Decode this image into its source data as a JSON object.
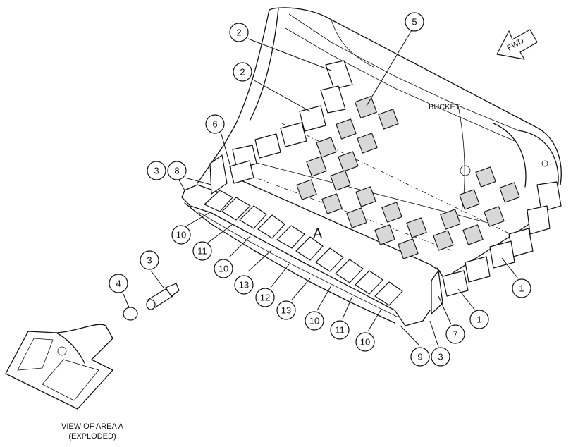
{
  "labels": {
    "bucket": "BUCKET",
    "fwd": "FWD",
    "area": "A",
    "view_line1": "VIEW OF AREA  A",
    "view_line2": "(EXPLODED)"
  },
  "callouts": [
    {
      "id": "c2a",
      "text": "2"
    },
    {
      "id": "c2b",
      "text": "2"
    },
    {
      "id": "c5",
      "text": "5"
    },
    {
      "id": "c6",
      "text": "6"
    },
    {
      "id": "c3a",
      "text": "3"
    },
    {
      "id": "c8",
      "text": "8"
    },
    {
      "id": "c10a",
      "text": "10"
    },
    {
      "id": "c11a",
      "text": "11"
    },
    {
      "id": "c10b",
      "text": "10"
    },
    {
      "id": "c13a",
      "text": "13"
    },
    {
      "id": "c12",
      "text": "12"
    },
    {
      "id": "c13b",
      "text": "13"
    },
    {
      "id": "c10c",
      "text": "10"
    },
    {
      "id": "c11b",
      "text": "11"
    },
    {
      "id": "c10d",
      "text": "10"
    },
    {
      "id": "c9",
      "text": "9"
    },
    {
      "id": "c3b",
      "text": "3"
    },
    {
      "id": "c7",
      "text": "7"
    },
    {
      "id": "c1a",
      "text": "1"
    },
    {
      "id": "c1b",
      "text": "1"
    },
    {
      "id": "c3c",
      "text": "3"
    },
    {
      "id": "c4",
      "text": "4"
    }
  ]
}
